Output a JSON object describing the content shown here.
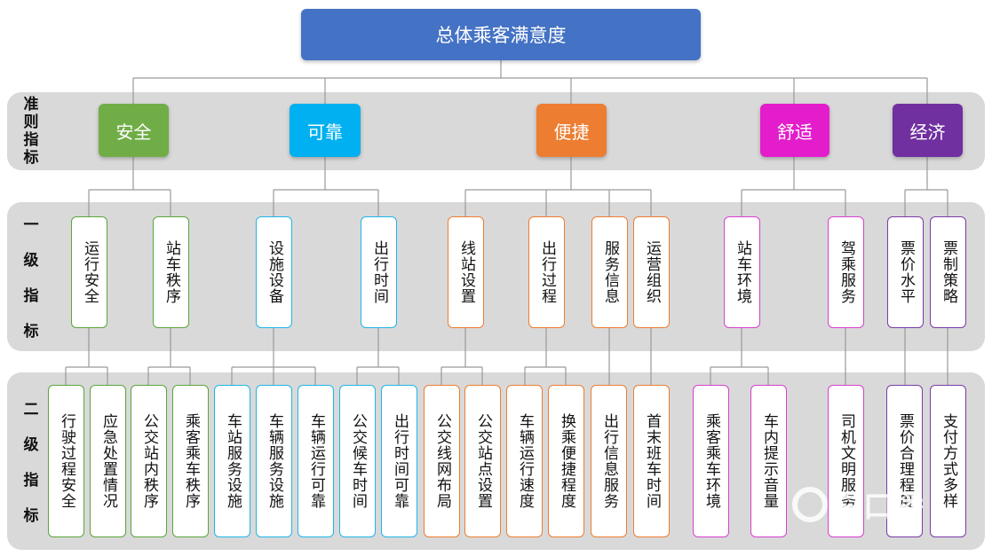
{
  "root": "总体乘客满意度",
  "bands": {
    "criteria": "准\n则\n指\n标",
    "level1": "一\n\n级\n\n指\n\n标",
    "level2": "二\n\n级\n\n指\n\n标"
  },
  "criteria": [
    {
      "label": "安全",
      "color": "#70ad47"
    },
    {
      "label": "可靠",
      "color": "#00b0f0"
    },
    {
      "label": "便捷",
      "color": "#ed7d31"
    },
    {
      "label": "舒适",
      "color": "#e31dcb"
    },
    {
      "label": "经济",
      "color": "#7030a0"
    }
  ],
  "level1": [
    {
      "label": "运行安全"
    },
    {
      "label": "站车秩序"
    },
    {
      "label": "设施设备"
    },
    {
      "label": "出行时间"
    },
    {
      "label": "线站设置"
    },
    {
      "label": "出行过程"
    },
    {
      "label": "服务信息"
    },
    {
      "label": "运营组织"
    },
    {
      "label": "站车环境"
    },
    {
      "label": "驾乘服务"
    },
    {
      "label": "票价水平"
    },
    {
      "label": "票制策略"
    }
  ],
  "level2": [
    {
      "label": "行驶过程安全"
    },
    {
      "label": "应急处置情况"
    },
    {
      "label": "公交站内秩序"
    },
    {
      "label": "乘客乘车秩序"
    },
    {
      "label": "车站服务设施"
    },
    {
      "label": "车辆服务设施"
    },
    {
      "label": "车辆运行可靠"
    },
    {
      "label": "公交候车时间"
    },
    {
      "label": "出行时间可靠"
    },
    {
      "label": "公交线网布局"
    },
    {
      "label": "公交站点设置"
    },
    {
      "label": "车辆运行速度"
    },
    {
      "label": "换乘便捷程度"
    },
    {
      "label": "出行信息服务"
    },
    {
      "label": "首末班车时间"
    },
    {
      "label": "乘客乘车环境"
    },
    {
      "label": "车内提示音量"
    },
    {
      "label": "司机文明服务"
    },
    {
      "label": "票价合理程度"
    },
    {
      "label": "支付方式多样"
    }
  ],
  "watermark": "白口播"
}
